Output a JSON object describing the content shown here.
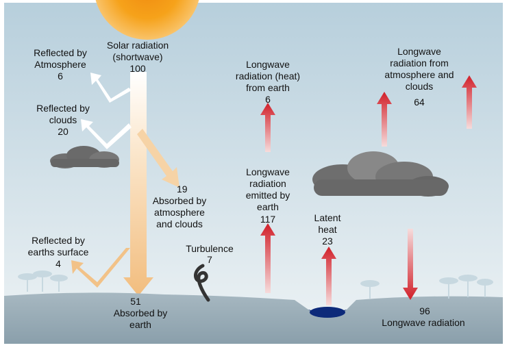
{
  "diagram": {
    "colors": {
      "sky_top": "#b9d0dd",
      "sky_bottom": "#eef3f5",
      "sun": "#f6a21a",
      "shortwave": "#f2c288",
      "longwave": "#d6202a",
      "reflected": "#ffffff",
      "ground": "#9fb2bc",
      "water": "#0d2a7a",
      "cloud": "#6e6e6e"
    },
    "flows": {
      "solar": {
        "label_line1": "Solar radiation",
        "label_line2": "(shortwave)",
        "value": "100"
      },
      "reflected_atmosphere": {
        "label_line1": "Reflected by",
        "label_line2": "Atmosphere",
        "value": "6"
      },
      "reflected_clouds": {
        "label_line1": "Reflected by",
        "label_line2": "clouds",
        "value": "20"
      },
      "absorbed_atmosphere": {
        "value": "19",
        "label_line1": "Absorbed by",
        "label_line2": "atmosphere",
        "label_line3": "and clouds"
      },
      "reflected_surface": {
        "label_line1": "Reflected by",
        "label_line2": "earths surface",
        "value": "4"
      },
      "absorbed_earth": {
        "value": "51",
        "label_line1": "Absorbed by",
        "label_line2": "earth"
      },
      "longwave_from_earth": {
        "label_line1": "Longwave",
        "label_line2": "radiation (heat)",
        "label_line3": "from earth",
        "value": "6"
      },
      "longwave_from_atmosphere": {
        "label_line1": "Longwave",
        "label_line2": "radiation from",
        "label_line3": "atmosphere and",
        "label_line4": "clouds",
        "value": "64"
      },
      "longwave_emitted": {
        "label_line1": "Longwave",
        "label_line2": "radiation",
        "label_line3": "emitted by",
        "label_line4": "earth",
        "value": "117"
      },
      "latent_heat": {
        "label_line1": "Latent",
        "label_line2": "heat",
        "value": "23"
      },
      "turbulence": {
        "label": "Turbulence",
        "value": "7"
      },
      "longwave_down": {
        "value": "96",
        "label": "Longwave radiation"
      }
    }
  }
}
